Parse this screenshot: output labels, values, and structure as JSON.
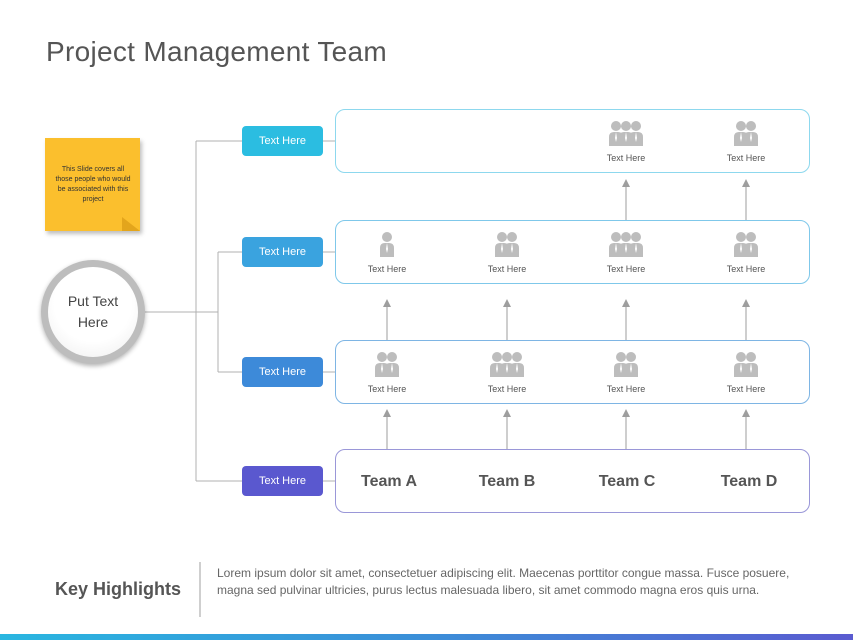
{
  "title": "Project Management Team",
  "note": "This Slide covers all those people who would be associated with this project",
  "hub": "Put Text\nHere",
  "tags": [
    {
      "label": "Text Here",
      "color": "#2bbde1"
    },
    {
      "label": "Text Here",
      "color": "#3aa3df"
    },
    {
      "label": "Text Here",
      "color": "#3d8ad9"
    },
    {
      "label": "Text Here",
      "color": "#5a58cf"
    }
  ],
  "rows": [
    {
      "border": "#8dd8ee",
      "cells": [
        null,
        null,
        {
          "count": 3,
          "label": "Text Here"
        },
        {
          "count": 2,
          "label": "Text Here"
        }
      ]
    },
    {
      "border": "#7fc8ea",
      "cells": [
        {
          "count": 1,
          "label": "Text Here"
        },
        {
          "count": 2,
          "label": "Text Here"
        },
        {
          "count": 3,
          "label": "Text Here"
        },
        {
          "count": 2,
          "label": "Text Here"
        }
      ]
    },
    {
      "border": "#7eb5e4",
      "cells": [
        {
          "count": 2,
          "label": "Text Here"
        },
        {
          "count": 3,
          "label": "Text Here"
        },
        {
          "count": 2,
          "label": "Text Here"
        },
        {
          "count": 2,
          "label": "Text Here"
        }
      ]
    }
  ],
  "team_row_border": "#9a97d8",
  "teams": [
    "Team A",
    "Team B",
    "Team C",
    "Team D"
  ],
  "key_highlights": {
    "title": "Key Highlights",
    "text": "Lorem ipsum dolor sit amet, consectetuer adipiscing elit. Maecenas porttitor congue massa. Fusce posuere, magna sed pulvinar ultricies, purus lectus malesuada libero, sit amet commodo magna eros quis urna."
  },
  "icon_names": {
    "person": "person-icon",
    "arrow": "arrow-up-icon"
  }
}
